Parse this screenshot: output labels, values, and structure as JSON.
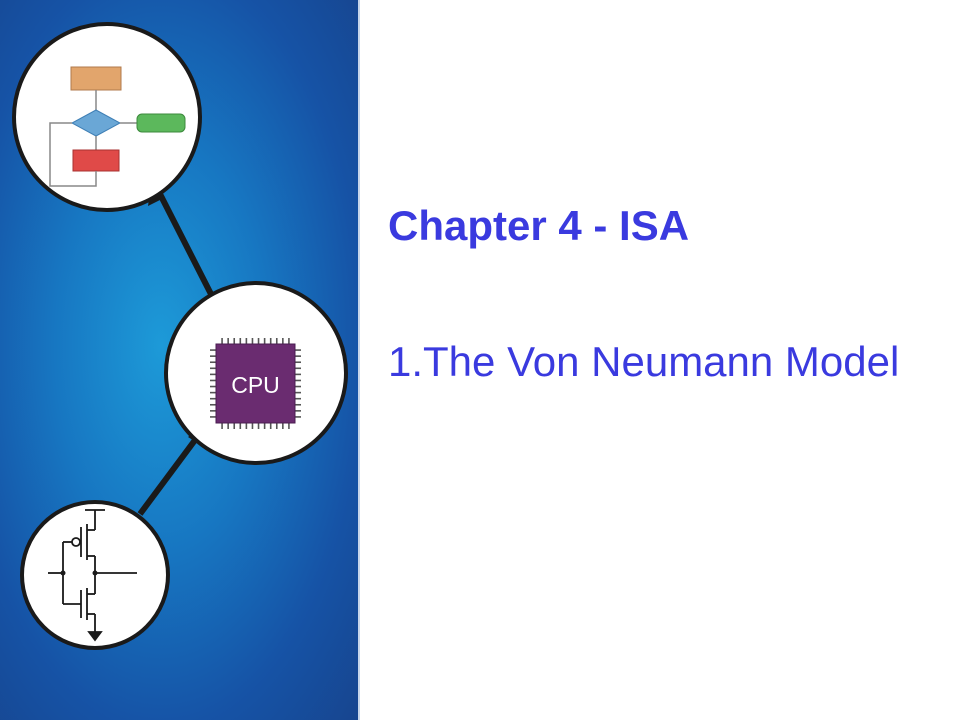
{
  "slide": {
    "title": "Chapter 4 - ISA",
    "subtitle": "1.The Von Neumann Model"
  },
  "illustration": {
    "cpu_label": "CPU",
    "colors": {
      "panel_blue": "#1777c2",
      "cpu_purple": "#6a2c70",
      "flow_orange": "#e2a56c",
      "flow_blue": "#6aa7d6",
      "flow_green": "#5cb85c",
      "flow_red": "#e04a48",
      "title_text": "#3a3adf"
    }
  }
}
